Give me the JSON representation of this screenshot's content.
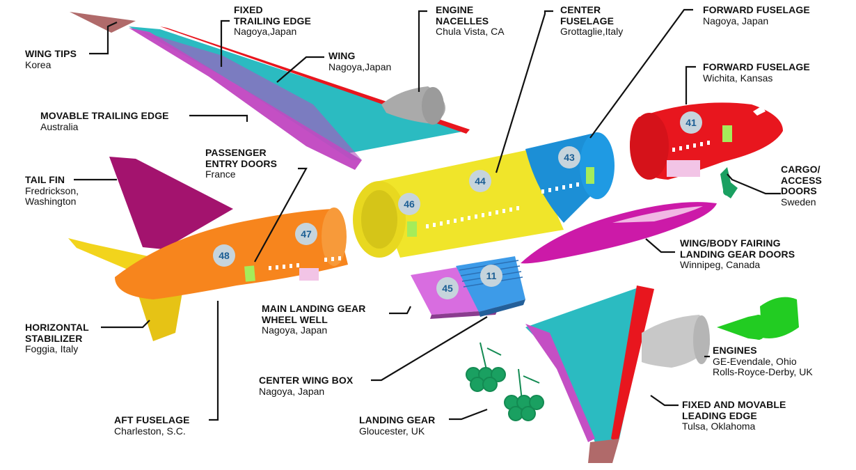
{
  "labels": {
    "wing_tips": {
      "title": [
        "WING TIPS"
      ],
      "sub": [
        "Korea"
      ]
    },
    "fixed_trailing_edge": {
      "title": [
        "FIXED",
        "TRAILING EDGE"
      ],
      "sub": [
        "Nagoya,Japan"
      ]
    },
    "engine_nacelles": {
      "title": [
        "ENGINE",
        "NACELLES"
      ],
      "sub": [
        "Chula Vista, CA"
      ]
    },
    "center_fuselage": {
      "title": [
        "CENTER",
        "FUSELAGE"
      ],
      "sub": [
        "Grottaglie,Italy"
      ]
    },
    "forward_fuselage_top": {
      "title": [
        "FORWARD FUSELAGE"
      ],
      "sub": [
        "Nagoya, Japan"
      ]
    },
    "wing": {
      "title": [
        "WING"
      ],
      "sub": [
        "Nagoya,Japan"
      ]
    },
    "forward_fuselage_right": {
      "title": [
        "FORWARD FUSELAGE"
      ],
      "sub": [
        "Wichita, Kansas"
      ]
    },
    "movable_trailing_edge": {
      "title": [
        "MOVABLE TRAILING EDGE"
      ],
      "sub": [
        "Australia"
      ]
    },
    "passenger_entry_doors": {
      "title": [
        "PASSENGER",
        "ENTRY DOORS"
      ],
      "sub": [
        "France"
      ]
    },
    "tail_fin": {
      "title": [
        "TAIL FIN"
      ],
      "sub": [
        "Fredrickson,",
        "Washington"
      ]
    },
    "cargo_access_doors": {
      "title": [
        "CARGO/",
        "ACCESS",
        "DOORS"
      ],
      "sub": [
        "Sweden"
      ]
    },
    "wing_body_fairing": {
      "title": [
        "WING/BODY FAIRING",
        "LANDING GEAR DOORS"
      ],
      "sub": [
        "Winnipeg, Canada"
      ]
    },
    "main_landing_gear_wheel_well": {
      "title": [
        "MAIN LANDING GEAR",
        "WHEEL WELL"
      ],
      "sub": [
        "Nagoya, Japan"
      ]
    },
    "horizontal_stabilizer": {
      "title": [
        "HORIZONTAL",
        "STABILIZER"
      ],
      "sub": [
        "Foggia, Italy"
      ]
    },
    "engines": {
      "title": [
        "ENGINES"
      ],
      "sub": [
        "GE-Evendale, Ohio",
        "Rolls-Royce-Derby, UK"
      ]
    },
    "center_wing_box": {
      "title": [
        "CENTER WING BOX"
      ],
      "sub": [
        "Nagoya, Japan"
      ]
    },
    "fixed_movable_leading_edge": {
      "title": [
        "FIXED AND MOVABLE",
        "LEADING EDGE"
      ],
      "sub": [
        "Tulsa, Oklahoma"
      ]
    },
    "aft_fuselage": {
      "title": [
        "AFT FUSELAGE"
      ],
      "sub": [
        "Charleston, S.C."
      ]
    },
    "landing_gear": {
      "title": [
        "LANDING GEAR"
      ],
      "sub": [
        "Gloucester, UK"
      ]
    }
  },
  "section_numbers": {
    "s41": "41",
    "s43": "43",
    "s44": "44",
    "s46": "46",
    "s47": "47",
    "s48": "48",
    "s45": "45",
    "s11": "11"
  },
  "colors": {
    "forward_fuselage": "#e8161e",
    "center_fuselage_43": "#1c8fd6",
    "center_fuselage_44_46": "#f0e52a",
    "aft_fuselage": "#f7851d",
    "tail_fin": "#a3136e",
    "horizontal_stabilizer": "#f2d41c",
    "wing": "#2bbbc1",
    "trailing_edge": "#c44fc4",
    "wing_tip": "#b06a6a",
    "engine": "#22cc22",
    "nacelle": "#aaaaaa",
    "landing_gear": "#1aa061",
    "fairing": "#cc1aa8",
    "wheel_well": "#d86de0",
    "wing_box": "#3d9be8",
    "door": "#a5ec5a"
  }
}
